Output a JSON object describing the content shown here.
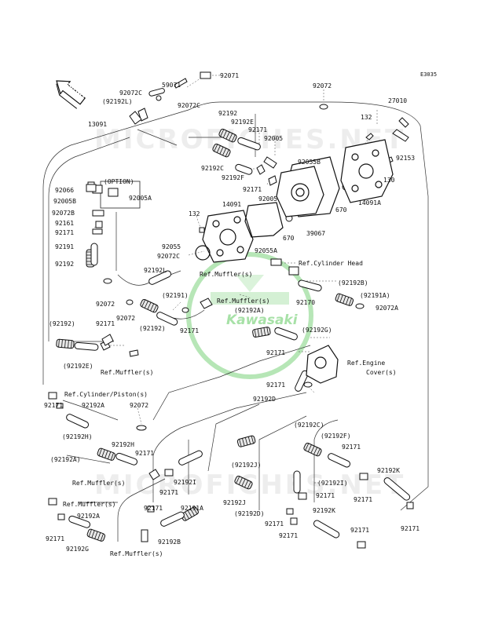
{
  "diagram_code": "E3035",
  "front_arrow": "FRONT",
  "option_box": "(OPTION)",
  "brand": "Kawasaki",
  "watermark": "MICROFICHES.NET",
  "colors": {
    "line": "#2a2a2a",
    "part": "#111111",
    "accent": "#4fbf4f"
  },
  "labels": {
    "l59071": "59071",
    "l92071": "92071",
    "l92072C_a": "92072C",
    "l92192L_a": "(92192L)",
    "l92072C_b": "92072C",
    "l13091": "13091",
    "l92072_a": "92072",
    "l27010": "27010",
    "l132_a": "132",
    "l92192_a": "92192",
    "l92192E_a": "92192E",
    "l92171_a": "92171",
    "l92005_a": "92005",
    "l92153": "92153",
    "l92055B": "92055B",
    "l130": "130",
    "l92192C_a": "92192C",
    "l92192F_a": "92192F",
    "l92171_b": "92171",
    "l92005_b": "92005",
    "l14091A": "14091A",
    "l670_a": "670",
    "l670_b": "670",
    "l39067": "39067",
    "l92066": "92066",
    "l92005B": "92005B",
    "l92005A": "92005A",
    "l92072B": "92072B",
    "l92161": "92161",
    "l92171_c": "92171",
    "l132_b": "132",
    "l14091": "14091",
    "l92191_a": "92191",
    "l92192_b": "92192",
    "l92055": "92055",
    "l92072C_c": "92072C",
    "l92055A": "92055A",
    "refCylHead": "Ref.Cylinder Head",
    "l92192L_b": "92192L",
    "refMuffler_a": "Ref.Muffler(s)",
    "l92192B_a": "(92192B)",
    "l92191_b": "(92191)",
    "l92072_b": "92072",
    "refMuffler_b": "Ref.Muffler(s)",
    "l92170": "92170",
    "l92191A_a": "(92191A)",
    "l92192A_a": "(92192A)",
    "l92072A": "92072A",
    "l92072_c": "92072",
    "l92192_c": "(92192)",
    "l92171_d": "92171",
    "l92192_d": "(92192)",
    "l92171_e": "92171",
    "l92192G_a": "(92192G)",
    "l92192E_b": "(92192E)",
    "refMuffler_c": "Ref.Muffler(s)",
    "l92171_f": "92171",
    "refEngine": "Ref.Engine",
    "refCover": "Cover(s)",
    "refCylPiston": "Ref.Cylinder/Piston(s)",
    "l92192D_a": "92192D",
    "l92192A_b": "92192A",
    "l92072_d": "92072",
    "l92171_g": "92171",
    "l92192H_a": "(92192H)",
    "l92192C_b": "(92192C)",
    "l92192F_b": "(92192F)",
    "l92192H_b": "92192H",
    "l92192A_c": "(92192A)",
    "l92171_h": "92171",
    "l92171_i": "92171",
    "refMuffler_d": "Ref.Muffler(s)",
    "l92192I_a": "92192I",
    "l92192J_a": "(92192J)",
    "l92192I_b": "(92192I)",
    "l92192K_a": "92192K",
    "l92171_j": "92171",
    "l92171_k": "92171",
    "l92171_l": "92171",
    "refMuffler_e": "Ref.Muffler(s)",
    "l92192J_b": "92192J",
    "l92171_m": "92171",
    "l92192A_d": "92192A",
    "l92191A_b": "92191A",
    "l92192D_b": "(92192D)",
    "l92192K_b": "92192K",
    "l92171_n": "92171",
    "l92171_o": "92171",
    "l92192G_b": "92192G",
    "l92192B_b": "92192B",
    "refMuffler_f": "Ref.Muffler(s)",
    "l92171_p": "92171",
    "l92171_q": "92171",
    "l92171_r": "92171"
  }
}
